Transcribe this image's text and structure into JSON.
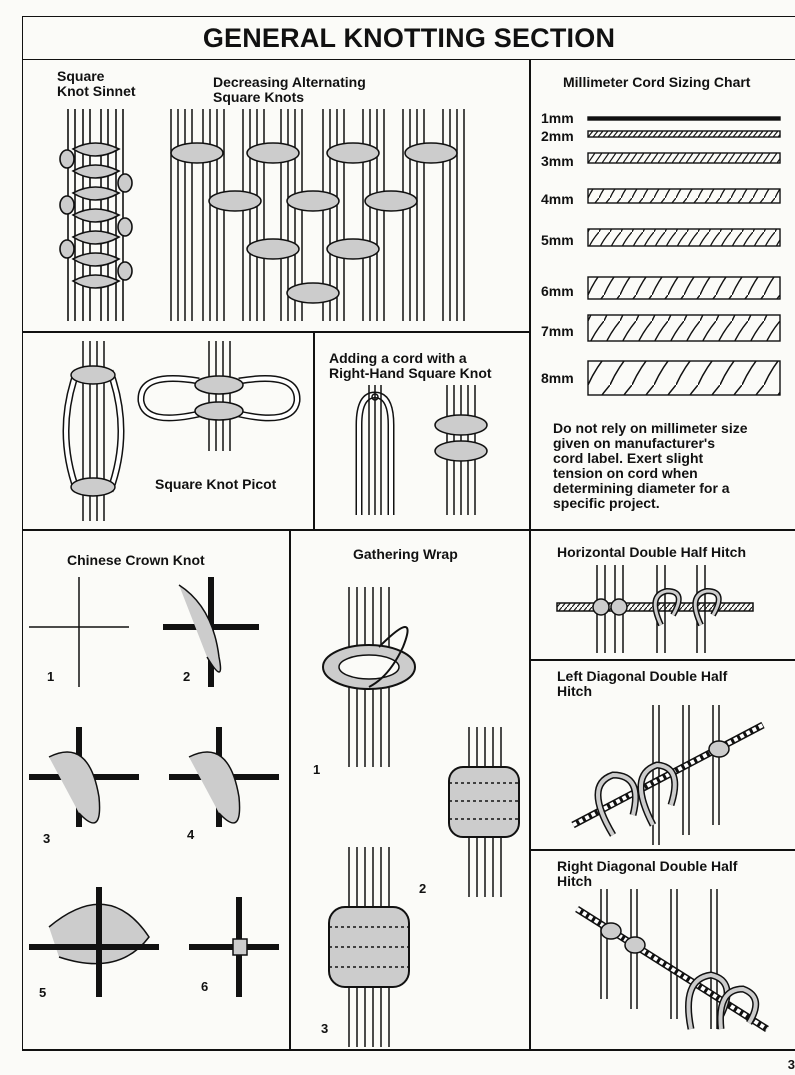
{
  "title": "GENERAL KNOTTING SECTION",
  "sections": {
    "square_knot_sinnet": {
      "label": "Square\nKnot Sinnet"
    },
    "decreasing": {
      "label": "Decreasing Alternating\nSquare Knots"
    },
    "sizing_chart": {
      "label": "Millimeter Cord Sizing Chart",
      "sizes": [
        "1mm",
        "2mm",
        "3mm",
        "4mm",
        "5mm",
        "6mm",
        "7mm",
        "8mm"
      ],
      "note": "Do not rely on millimeter size\ngiven on manufacturer's\ncord label. Exert slight\ntension on cord when\ndetermining diameter for a\nspecific project."
    },
    "square_knot_picot": {
      "label": "Square Knot Picot"
    },
    "adding_cord": {
      "label": "Adding a cord with a\nRight-Hand Square Knot"
    },
    "chinese_crown": {
      "label": "Chinese Crown Knot",
      "steps": [
        "1",
        "2",
        "3",
        "4",
        "5",
        "6"
      ]
    },
    "gathering_wrap": {
      "label": "Gathering Wrap",
      "steps": [
        "1",
        "2",
        "3"
      ]
    },
    "horizontal_dhh": {
      "label": "Horizontal Double Half Hitch"
    },
    "left_diagonal_dhh": {
      "label": "Left Diagonal Double Half\nHitch"
    },
    "right_diagonal_dhh": {
      "label": "Right Diagonal Double Half\nHitch"
    }
  },
  "page_number": "3"
}
